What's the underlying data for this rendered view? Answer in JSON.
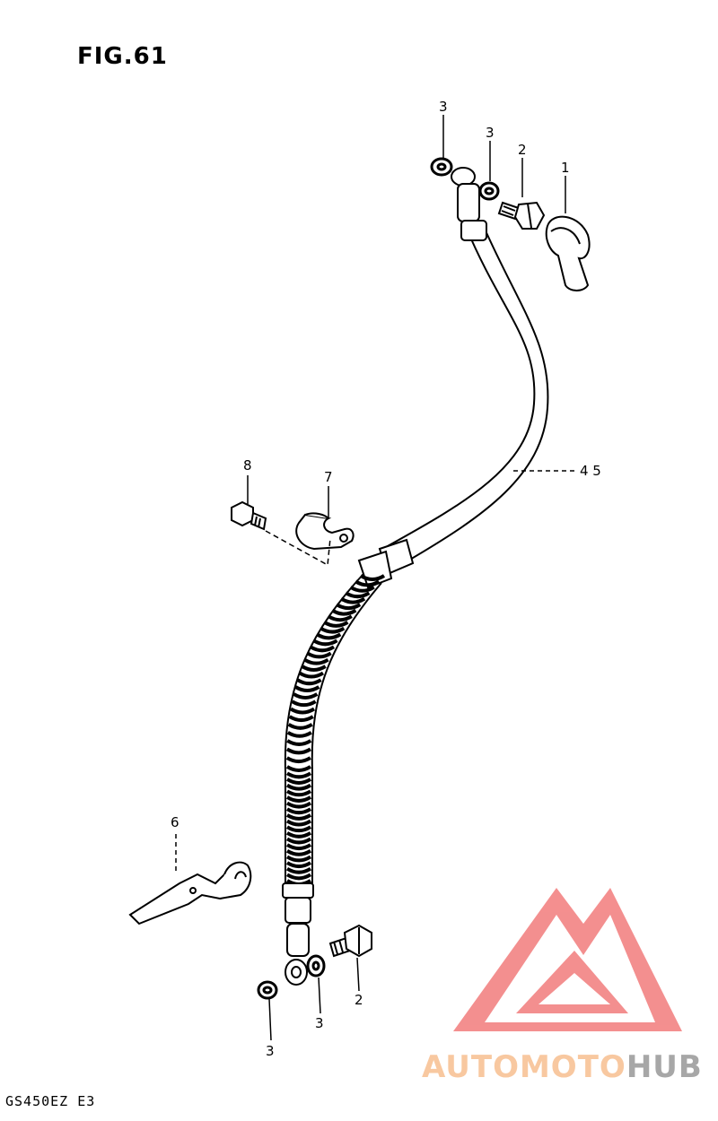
{
  "figure": {
    "title": "FIG.61"
  },
  "footer": {
    "model_code": "GS450EZ E3"
  },
  "callouts": {
    "c1": "1",
    "c2_top": "2",
    "c2_bottom": "2",
    "c3_top_left": "3",
    "c3_top_right": "3",
    "c3_bottom_mid": "3",
    "c3_bottom_low": "3",
    "c45": "4 5",
    "c6": "6",
    "c7": "7",
    "c8": "8"
  },
  "watermark": {
    "part1": "AUTOMOTO",
    "part2": "HUB",
    "logo_color": "#f06a6a",
    "text_color": "#f8c8a0",
    "hub_color": "#a7a7a7"
  },
  "icons": [
    "hose-boot",
    "union-bolt",
    "washer",
    "brake-hose",
    "clamp",
    "bracket",
    "bolt"
  ]
}
